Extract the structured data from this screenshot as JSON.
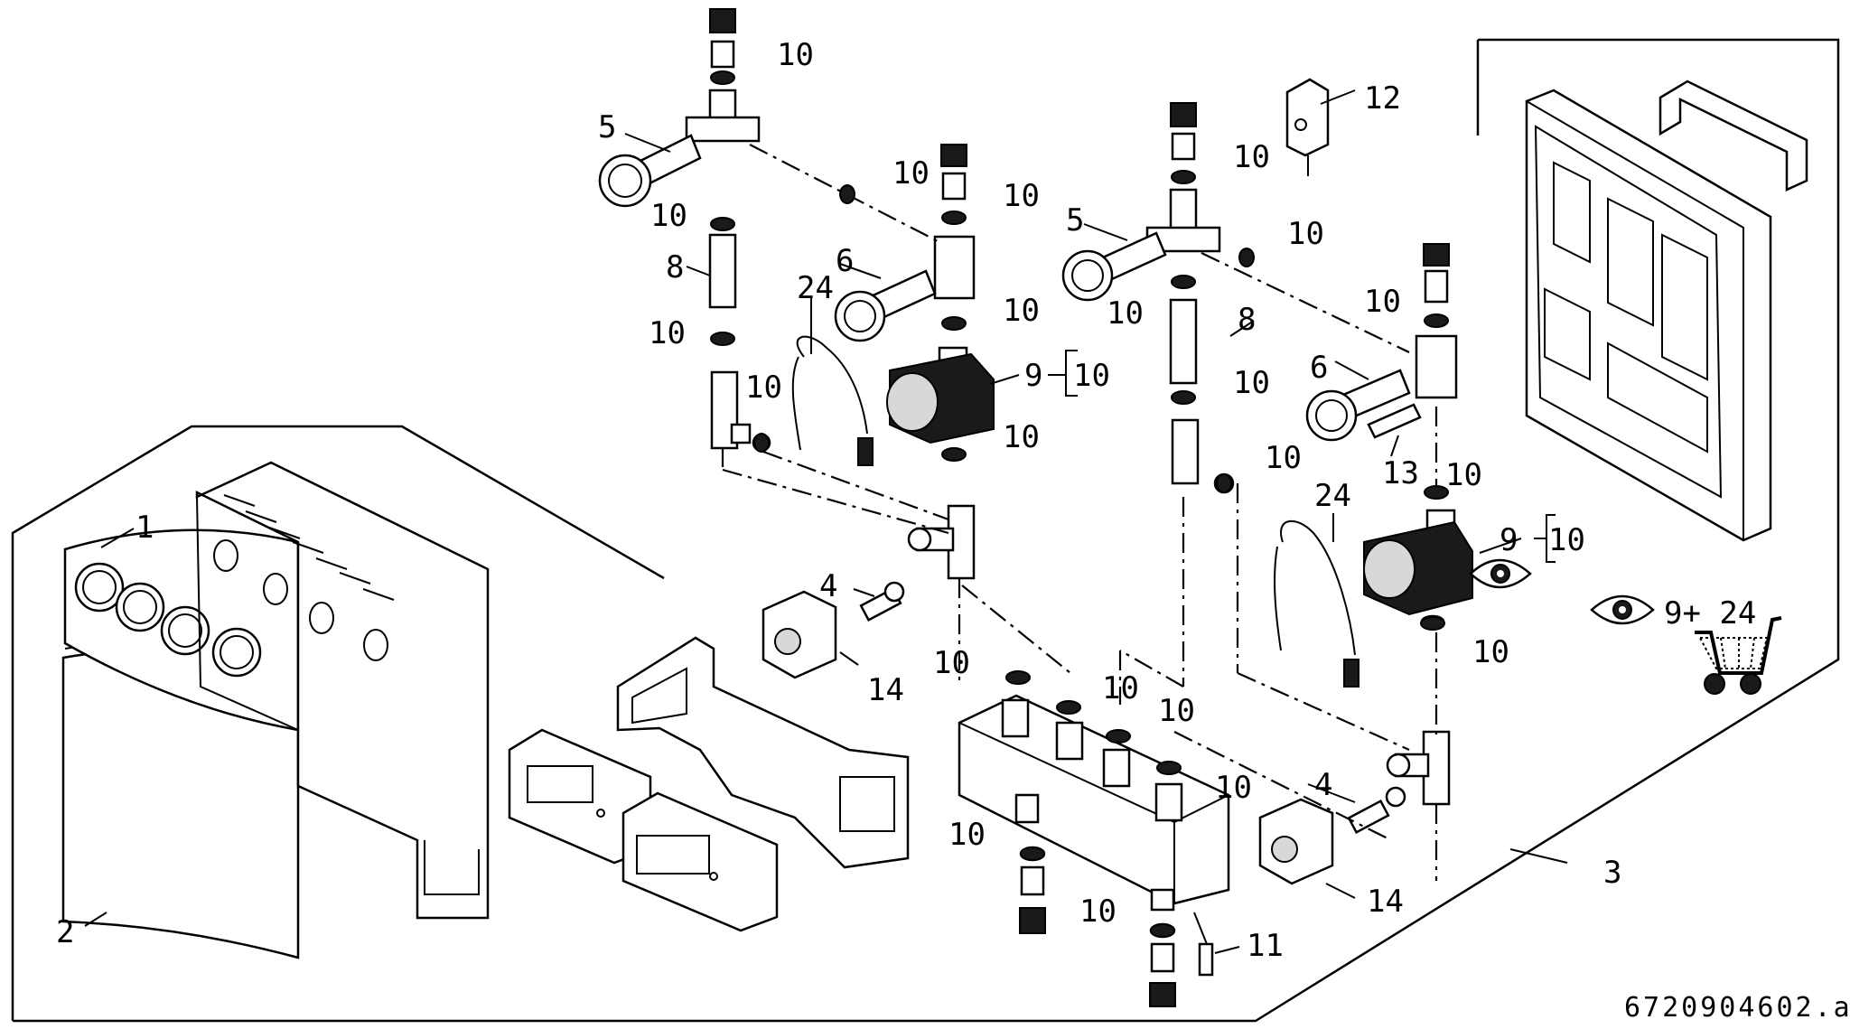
{
  "figure_id": "6720904602.a",
  "callouts": {
    "c1": "1",
    "c2": "2",
    "c3": "3",
    "c4a": "4",
    "c4b": "4",
    "c5a": "5",
    "c5b": "5",
    "c6a": "6",
    "c6b": "6",
    "c8a": "8",
    "c8b": "8",
    "c9a": "9",
    "c9b": "9",
    "c10": "10",
    "c11": "11",
    "c12": "12",
    "c13": "13",
    "c14a": "14",
    "c14b": "14",
    "c24a": "24",
    "c24b": "24",
    "c9plus24": "9+ 24"
  },
  "icons": [
    "eye-icon",
    "shopping-cart-icon"
  ]
}
